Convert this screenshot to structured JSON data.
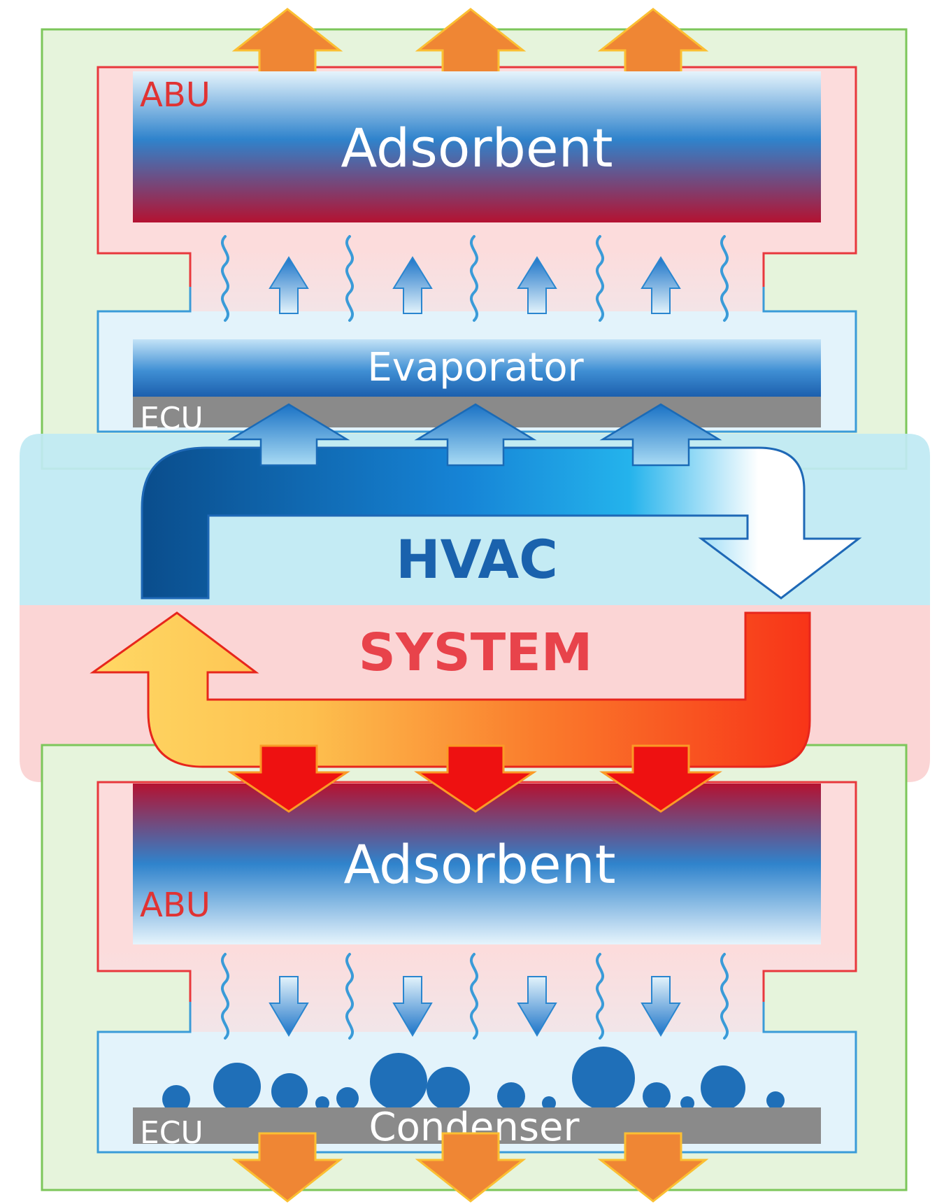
{
  "diagram": {
    "top_unit": {
      "abu_label": "ABU",
      "adsorbent_label": "Adsorbent",
      "evaporator_label": "Evaporator",
      "ecu_label": "ECU"
    },
    "hvac_system": {
      "hvac_label": "HVAC",
      "system_label": "SYSTEM"
    },
    "bottom_unit": {
      "abu_label": "ABU",
      "adsorbent_label": "Adsorbent",
      "condenser_label": "Condenser",
      "ecu_label": "ECU"
    },
    "colors": {
      "outer_box_fill": "#e6f4dc",
      "outer_box_stroke": "#7cc65a",
      "abu_fill": "#fcdcdc",
      "abu_stroke": "#e8383d",
      "ecu_fill": "#e3f3fb",
      "ecu_stroke": "#3a9bd8",
      "hvac_band": "#bfe9f3",
      "system_band": "#fbd2d2",
      "orange_arrow": "#ef8634",
      "red_arrow": "#ee1111",
      "gray_plate": "#8a8a8a",
      "hvac_text": "#1a62ad",
      "system_text": "#e8434b",
      "abu_text": "#e03333",
      "droplet": "#1f6fb8"
    }
  }
}
